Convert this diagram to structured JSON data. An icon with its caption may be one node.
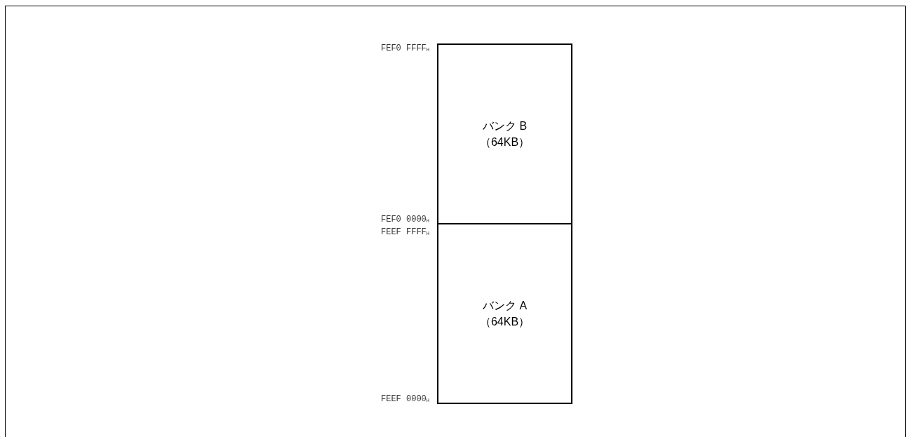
{
  "diagram": {
    "nodes": [
      {
        "text": [
          "バンク B",
          "（64KB）"
        ]
      },
      {
        "text": [
          "バンク A",
          "（64KB）"
        ]
      }
    ],
    "labels": [
      "FEF0 FFFF$_{H}$",
      "FEF0 0000$_{H}$",
      "FEEF FFFF$_{H}$",
      "FEEF 0000$_{H}$"
    ]
  }
}
